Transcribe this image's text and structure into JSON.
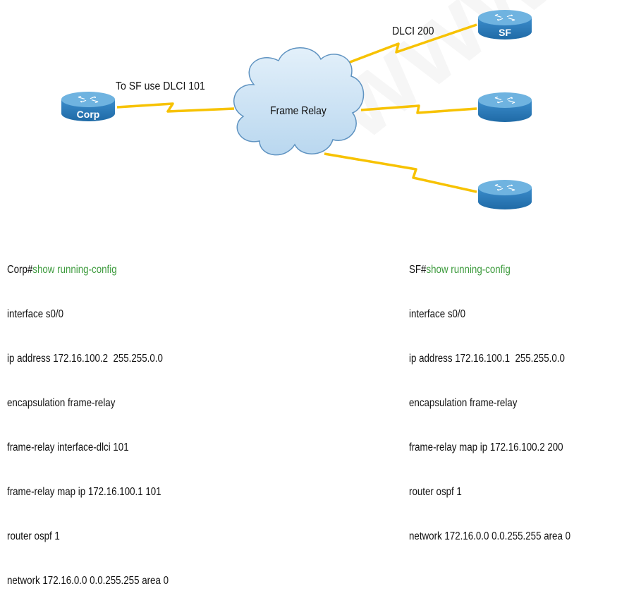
{
  "diagram": {
    "cloud_label": "Frame Relay",
    "corp_link_label": "To SF use DLCI 101",
    "sf_link_label": "DLCI 200",
    "routers": [
      {
        "id": "corp",
        "label": "Corp"
      },
      {
        "id": "sf",
        "label": "SF"
      },
      {
        "id": "router-3",
        "label": ""
      },
      {
        "id": "router-4",
        "label": ""
      }
    ],
    "colors": {
      "router_top": "#6fb3e0",
      "router_body": "#2a7ab8",
      "cloud_fill": "#c9e1f4",
      "cloud_stroke": "#5f93c1",
      "link": "#f7c200",
      "command": "#3c9a3c"
    }
  },
  "corp_config": {
    "prompt": "Corp#",
    "command": "show running-config",
    "lines": [
      "interface s0/0",
      "ip address 172.16.100.2  255.255.0.0",
      "encapsulation frame-relay",
      "frame-relay interface-dlci 101",
      "frame-relay map ip 172.16.100.1 101",
      "router ospf 1",
      "network 172.16.0.0 0.0.255.255 area 0"
    ]
  },
  "sf_config": {
    "prompt": "SF#",
    "command": "show running-config",
    "lines": [
      "interface s0/0",
      "ip address 172.16.100.1  255.255.0.0",
      "encapsulation frame-relay",
      "frame-relay map ip 172.16.100.2 200",
      "router ospf 1",
      "network 172.16.0.0 0.0.255.255 area 0"
    ]
  },
  "watermark": "www.it-ebooks.info"
}
